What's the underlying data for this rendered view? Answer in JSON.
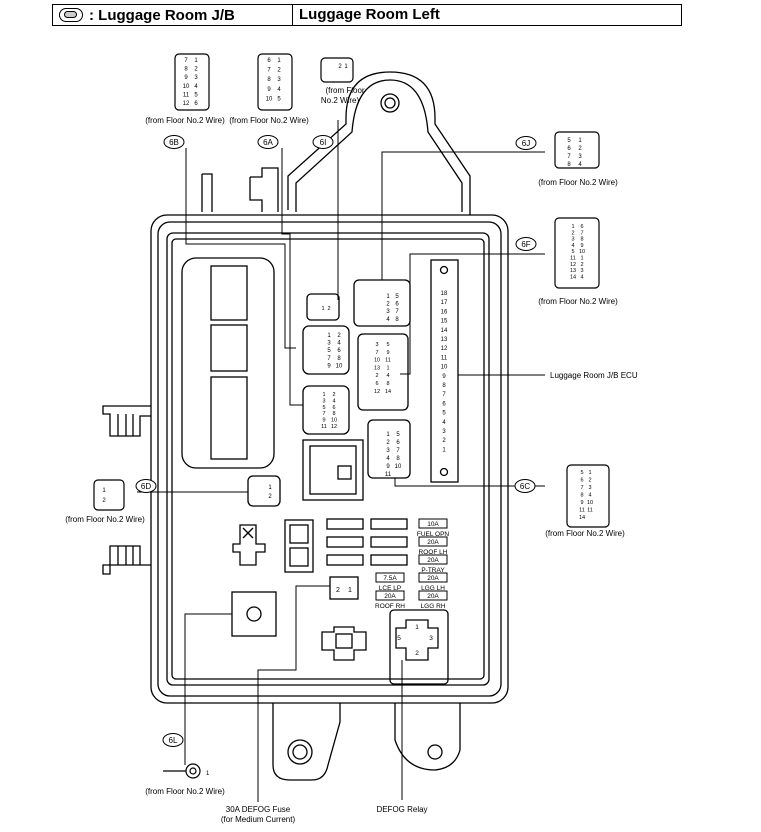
{
  "header": {
    "symbol_label": ": Luggage Room J/B",
    "title": "Luggage Room Left"
  },
  "connectors": {
    "c6B": {
      "code": "6B",
      "source": "(from Floor No.2 Wire)",
      "pins": [
        "7",
        "1",
        "8",
        "2",
        "9",
        "3",
        "10",
        "4",
        "11",
        "5",
        "12",
        "6"
      ]
    },
    "c6A": {
      "code": "6A",
      "source": "(from Floor No.2 Wire)",
      "pins": [
        "6",
        "1",
        "7",
        "2",
        "8",
        "3",
        "9",
        "4",
        "10",
        "5"
      ]
    },
    "c6I": {
      "code": "6I",
      "source": "(from Floor No.2 Wire)",
      "pins": [
        "2",
        "1"
      ]
    },
    "c6J": {
      "code": "6J",
      "source": "(from Floor No.2 Wire)",
      "pins": [
        "5",
        "1",
        "6",
        "2",
        "7",
        "3",
        "8",
        "4"
      ]
    },
    "c6F": {
      "code": "6F",
      "source": "(from Floor No.2 Wire)",
      "pins": [
        "1",
        "6",
        "2",
        "7",
        "3",
        "8",
        "4",
        "9",
        "5",
        "10",
        "11",
        "1",
        "12",
        "2",
        "13",
        "3",
        "14",
        "4"
      ]
    },
    "c6C": {
      "code": "6C",
      "source": "(from Floor No.2 Wire)",
      "pins": [
        "5",
        "1",
        "6",
        "2",
        "7",
        "3",
        "8",
        "4",
        "9",
        "10",
        "11",
        "11",
        "14"
      ]
    },
    "c6D": {
      "code": "6D",
      "source": "(from Floor No.2 Wire)",
      "pins": [
        "1",
        "2"
      ]
    },
    "c6L": {
      "code": "6L",
      "source": "(from Floor No.2 Wire)",
      "pin": "1"
    }
  },
  "ecu": {
    "label": "Luggage Room J/B ECU",
    "pins": [
      "18",
      "17",
      "16",
      "15",
      "14",
      "13",
      "12",
      "11",
      "10",
      "9",
      "8",
      "7",
      "6",
      "5",
      "4",
      "3",
      "2",
      "1"
    ]
  },
  "fuses": [
    {
      "amp": "10A",
      "name": "FUEL OPN"
    },
    {
      "amp": "20A",
      "name": "ROOF LH"
    },
    {
      "amp": "20A",
      "name": "P-TRAY"
    },
    {
      "amp": "7.5A",
      "name": "LCE LP"
    },
    {
      "amp": "20A",
      "name": "LGG LH"
    },
    {
      "amp": "20A",
      "name": "ROOF RH"
    },
    {
      "amp": "20A",
      "name": "LGG RH"
    }
  ],
  "defog_fuse": {
    "pins": [
      "2",
      "1"
    ],
    "label_line1": "30A DEFOG Fuse",
    "label_line2": "(for Medium Current)"
  },
  "defog_relay": {
    "label": "DEFOG Relay",
    "pins": [
      "1",
      "5",
      "3",
      "2"
    ]
  },
  "inner": {
    "c6J_pins": [
      "1",
      "5",
      "2",
      "6",
      "3",
      "7",
      "4",
      "8"
    ],
    "c6C_pins": [
      "1",
      "5",
      "2",
      "6",
      "3",
      "7",
      "4",
      "8",
      "9",
      "10",
      "11"
    ],
    "c6A_pins": [
      "1",
      "2",
      "3",
      "4",
      "5",
      "6",
      "7",
      "8",
      "9",
      "10"
    ],
    "c6B_pins": [
      "1",
      "2",
      "3",
      "4",
      "5",
      "6",
      "7",
      "8",
      "9",
      "10",
      "11",
      "12"
    ],
    "c6F_pins": [
      "3",
      "5",
      "7",
      "9",
      "10",
      "11",
      "13",
      "1",
      "2",
      "4",
      "6",
      "8",
      "12",
      "14"
    ],
    "c6I_pins": [
      "1",
      "2"
    ],
    "c6D_pins": [
      "1",
      "2"
    ]
  }
}
